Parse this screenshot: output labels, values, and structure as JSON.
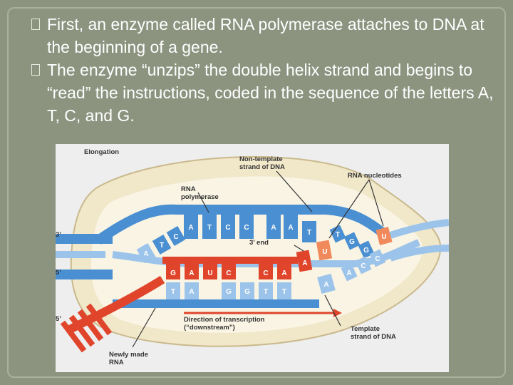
{
  "bullets": [
    {
      "text": "First, an enzyme called RNA polymerase attaches to DNA at the beginning of a gene."
    },
    {
      "text": "The enzyme “unzips” the double helix strand and begins to “read” the instructions, coded in the sequence of the letters A, T, C, and G."
    }
  ],
  "figure": {
    "title": "Elongation",
    "polymerase": [
      "RNA",
      "polymerase"
    ],
    "non_template": [
      "Non-template",
      "strand of DNA"
    ],
    "nucleotides": "RNA nucleotides",
    "three_prime_end": "3’ end",
    "direction": [
      "Direction of transcription",
      "(“downstream”)"
    ],
    "template": [
      "Template",
      "strand of DNA"
    ],
    "newly_made": [
      "Newly made",
      "RNA"
    ],
    "left_marks": [
      "3’",
      "5’",
      "5’"
    ],
    "top_bases": [
      "A",
      "T",
      "C",
      "C",
      "A",
      "A",
      "T"
    ],
    "left_top_bases": [
      "A",
      "T",
      "C"
    ],
    "rna_bases": [
      "G",
      "A",
      "U",
      "C",
      "C",
      "A"
    ],
    "bottom_bases": [
      "T",
      "A",
      "G",
      "G",
      "T",
      "T",
      "A"
    ],
    "incoming_bases": [
      "A",
      "U",
      "U"
    ],
    "right_top_bases": [
      "T",
      "G",
      "G"
    ],
    "right_bottom_bases": [
      "A",
      "C",
      "C"
    ]
  },
  "colors": {
    "background": "#8c9480",
    "blue": "#4a8fd1",
    "light_blue": "#9cc4ea",
    "red": "#e0452c",
    "orange": "#f08a5d"
  }
}
